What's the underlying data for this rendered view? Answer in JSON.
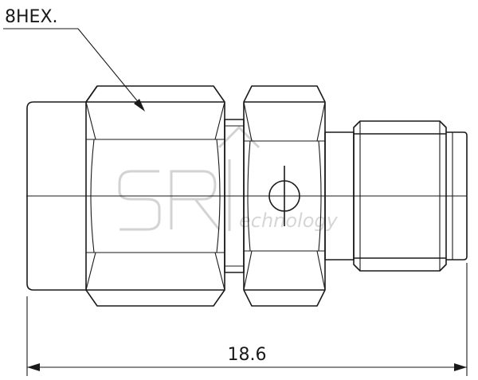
{
  "callout": {
    "text": "8HEX."
  },
  "dimension": {
    "overall_length": "18.6"
  },
  "watermark": {
    "brand": "SRI",
    "suffix": "Technology"
  }
}
